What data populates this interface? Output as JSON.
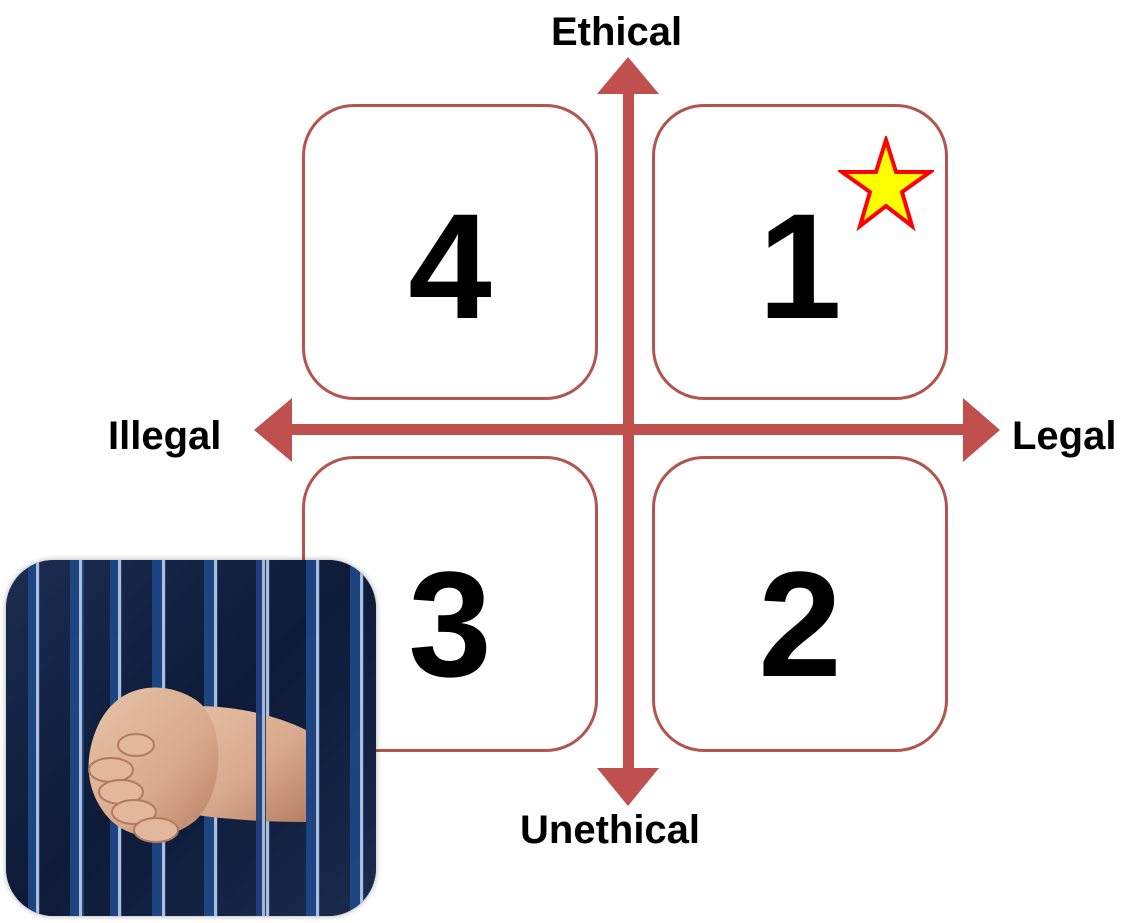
{
  "axes": {
    "top": "Ethical",
    "bottom": "Unethical",
    "left": "Illegal",
    "right": "Legal"
  },
  "quadrants": {
    "top_left": "4",
    "top_right": "1",
    "bottom_left": "3",
    "bottom_right": "2"
  },
  "colors": {
    "arrow": "#c0504d",
    "quadrant_border": "#b3544f",
    "star_fill": "#ffff00",
    "star_stroke": "#ff0000"
  },
  "icons": {
    "star": "star-icon",
    "photo": "jail-bars-hands-photo"
  }
}
